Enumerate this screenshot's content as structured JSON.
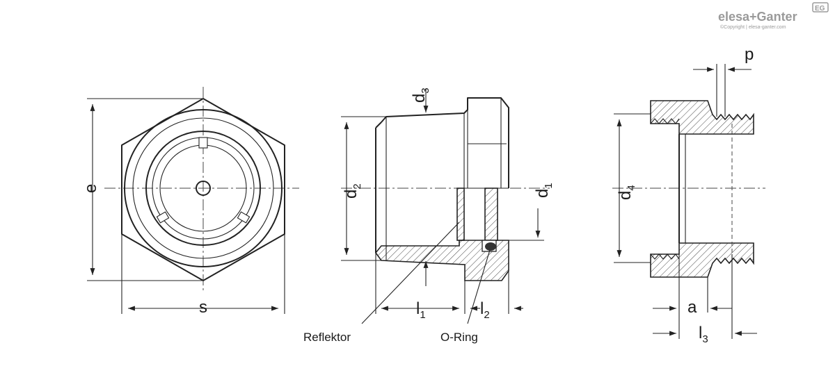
{
  "brand": {
    "name": "elesa+Ganter",
    "badge": "EG",
    "copyright": "©Copyright | elesa-ganter.com"
  },
  "dimensions": {
    "e": "e",
    "s": "s",
    "d1": {
      "main": "d",
      "sub": "1"
    },
    "d2": {
      "main": "d",
      "sub": "2"
    },
    "d3": {
      "main": "d",
      "sub": "3"
    },
    "d4": {
      "main": "d",
      "sub": "4"
    },
    "l1": {
      "main": "l",
      "sub": "1"
    },
    "l2": {
      "main": "l",
      "sub": "2"
    },
    "l3": {
      "main": "l",
      "sub": "3"
    },
    "a": "a",
    "p": "p"
  },
  "callouts": {
    "reflektor": "Reflektor",
    "oring": "O-Ring"
  },
  "colors": {
    "line": "#222222",
    "logo": "#9a9a9a"
  }
}
